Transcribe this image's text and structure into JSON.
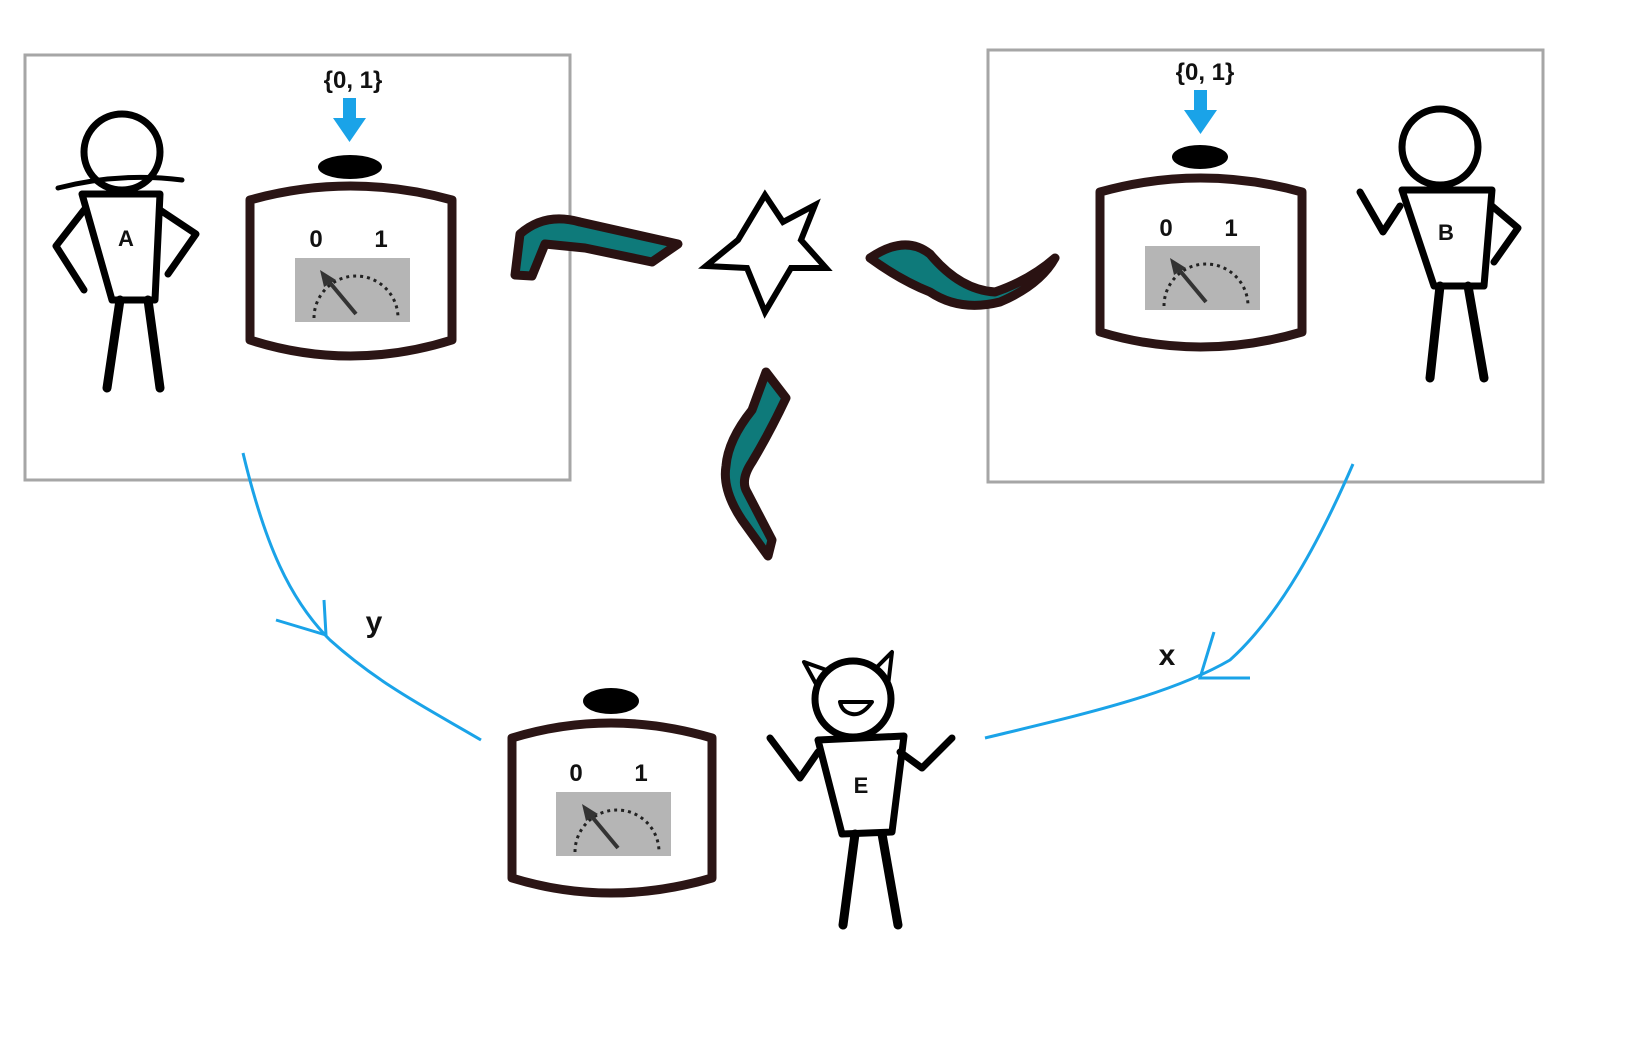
{
  "parties": {
    "alice": {
      "label": "A"
    },
    "bob": {
      "label": "B"
    },
    "eve": {
      "label": "E"
    }
  },
  "devices": {
    "alice": {
      "setting_label": "{0, 1}",
      "dial": [
        "0",
        "1"
      ]
    },
    "bob": {
      "setting_label": "{0, 1}",
      "dial": [
        "0",
        "1"
      ]
    },
    "eve": {
      "dial": [
        "0",
        "1"
      ]
    }
  },
  "outputs": {
    "to_eve_from_alice": "y",
    "to_eve_from_bob": "x"
  },
  "colors": {
    "arrow": "#1aa3e8",
    "channel_fill": "#0e7a7a",
    "channel_outline": "#2a1212",
    "box_border": "#a6a6a6",
    "device_outline": "#2b1515",
    "meter_bg": "#b5b5b5",
    "source_icon": "star-icon"
  }
}
